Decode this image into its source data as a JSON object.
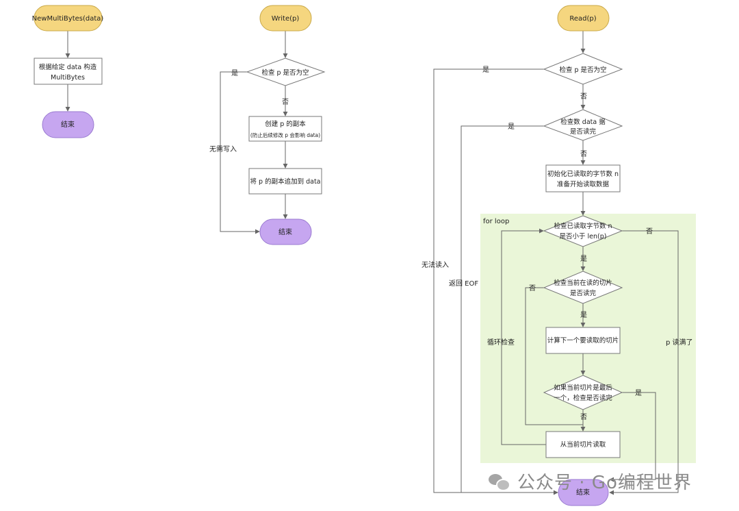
{
  "flow1": {
    "start": "NewMultiBytes(data)",
    "step_line1": "根据给定 data 构造",
    "step_line2": "MultiBytes",
    "end": "结束"
  },
  "flow2": {
    "start": "Write(p)",
    "check_empty": "检查 p 是否为空",
    "yes": "是",
    "no": "否",
    "no_write": "无需写入",
    "copy_line1": "创建 p 的副本",
    "copy_line2": "(防止后续修改 p 会影响 data)",
    "append": "将 p 的副本追加到 data",
    "end": "结束"
  },
  "flow3": {
    "start": "Read(p)",
    "check_empty": "检查 p 是否为空",
    "yes_1": "是",
    "no_1": "否",
    "check_data_line1": "检查数 data 据",
    "check_data_line2": "是否读完",
    "yes_2": "是",
    "no_2": "否",
    "init_line1": "初始化已读取的字节数 n",
    "init_line2": "准备开始读取数据",
    "loop_label": "for loop",
    "check_n_line1": "检查已读取字节数 n",
    "check_n_line2": "是否小于 len(p)",
    "yes_3": "是",
    "no_3": "否",
    "check_slice_line1": "检查当前在读的切片",
    "check_slice_line2": "是否读完",
    "yes_4": "是",
    "no_4": "否",
    "compute": "计算下一个要读取的切片",
    "last_line1": "如果当前切片是最后",
    "last_line2": "一个，检查是否读完",
    "yes_5": "是",
    "no_5": "否",
    "read_slice": "从当前切片读取",
    "cannot_read": "无法读入",
    "return_eof": "返回 EOF",
    "loop_check": "循环检查",
    "p_full": "p 读满了",
    "end": "结束"
  },
  "watermark": "公众号 · Go编程世界",
  "colors": {
    "start_fill": "#f5d67f",
    "start_stroke": "#c9a94a",
    "end_fill": "#c6a6f0",
    "end_stroke": "#9a7bd0",
    "loop_bg": "#eaf6d8",
    "line": "#666666"
  }
}
